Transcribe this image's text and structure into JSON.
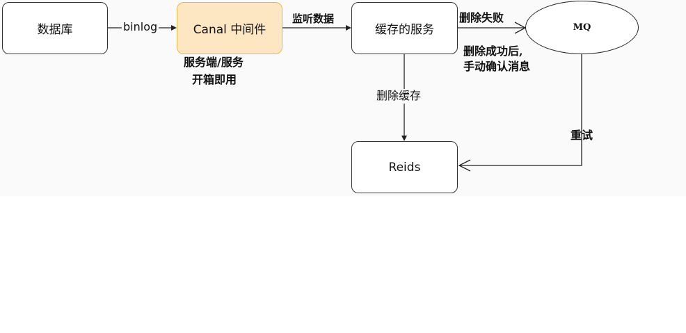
{
  "nodes": {
    "database": "数据库",
    "canal": "Canal 中间件",
    "cache_service": "缓存的服务",
    "mq": "MQ",
    "redis": "Reids"
  },
  "edges": {
    "binlog": "binlog",
    "listen_data": "监听数据",
    "delete_cache": "删除缓存",
    "delete_failed": "删除失败",
    "delete_success_line1": "删除成功后,",
    "delete_success_line2": "手动确认消息",
    "retry": "重试"
  },
  "annotations": {
    "canal_note_line1": "服务端/服务",
    "canal_note_line2": "开箱即用"
  },
  "colors": {
    "canal_fill": "#fde7c2",
    "canal_border": "#e8b94a",
    "stroke": "#333333"
  }
}
